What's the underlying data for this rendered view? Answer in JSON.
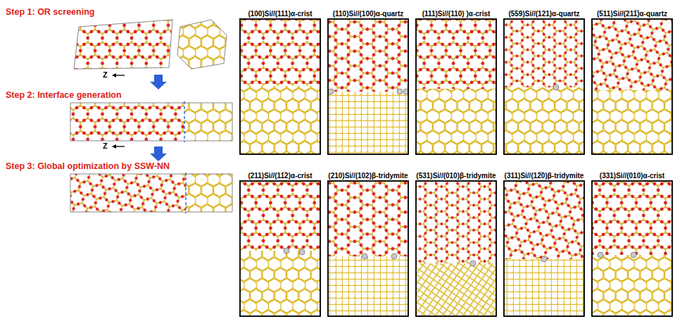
{
  "diagram": {
    "nodes": [
      {
        "text": [
          "(100)Si//(111)α-crist"
        ]
      },
      {
        "text": [
          "(110)Si//(100)α-quartz"
        ]
      },
      {
        "text": [
          "(111)Si//(110) )α-crist"
        ]
      },
      {
        "text": [
          "(559)Si//(121)α-quartz"
        ]
      },
      {
        "text": [
          "(511)Si//(211̅)α-quartz"
        ]
      },
      {
        "text": [
          "(211)Si//(11̅2)α-crist"
        ]
      },
      {
        "text": [
          "(210)Si//(102)β-tridymite"
        ]
      },
      {
        "text": [
          "(531)Si//(010)β-tridymite"
        ]
      },
      {
        "text": [
          "(311)Si//(12̅0)β-tridymite"
        ]
      },
      {
        "text": [
          "(331)Si//(010)α-crist"
        ]
      }
    ],
    "labels": [
      "Step 1: OR screening",
      "Step 2: Interface generation",
      "Step 3: Global optimization by SSW-NN",
      "Z",
      "Z"
    ]
  }
}
